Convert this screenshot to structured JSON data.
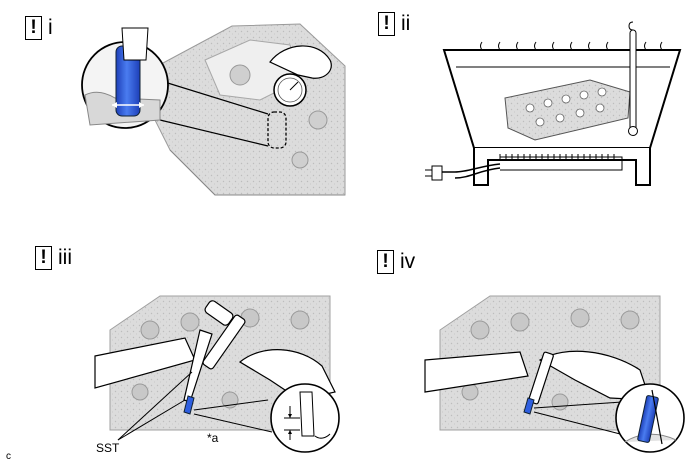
{
  "steps": [
    {
      "icon": "!",
      "label": "i"
    },
    {
      "icon": "!",
      "label": "ii"
    },
    {
      "icon": "!",
      "label": "iii"
    },
    {
      "icon": "!",
      "label": "iv"
    }
  ],
  "labels": {
    "sst": "SST",
    "a": "*a",
    "corner": "c"
  },
  "colors": {
    "tool_blue": "#2f5fe0",
    "metal_light": "#e6e6e6",
    "metal_mid": "#c4c4c4",
    "metal_dark": "#8a8a8a"
  }
}
